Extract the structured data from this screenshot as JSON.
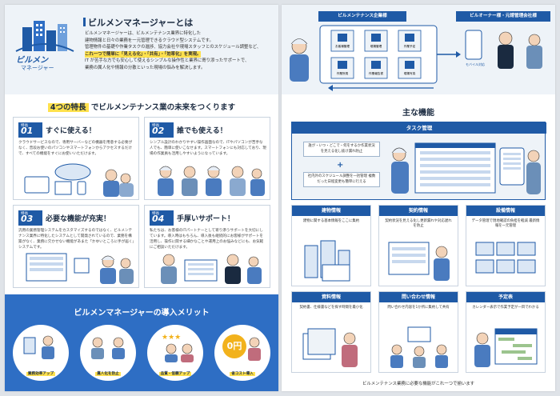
{
  "left": {
    "intro": {
      "logo_main": "ビルメン",
      "logo_sub": "マネージャー",
      "title": "ビルメンマネージャーとは",
      "lines": [
        "ビルメンマネージャーは、ビルメンテナンス業界に特化した",
        "建物情報と日々の業務を一元管理できるクラウド型システムです。",
        "管理物件の基礎や作業タスクの進捗、協力会社や現場スタッフとのスケジュール調整など、",
        "IT が苦手な方でも安心して使えるシンプルな操作性と業界に寄り添ったサポートで、",
        "業務の属人化や情報の分散といった現場の悩みを解決します。"
      ],
      "highlight": "これ一つで簡単に「見える化」・「共有」・「効率化」を実現。"
    },
    "features_heading_tag": "4つの特長",
    "features_heading_rest": "でビルメンテナンス業の未来をつくります",
    "features": [
      {
        "label": "特長",
        "num": "01",
        "title": "すぐに使える！",
        "desc": "クラウドサービスなので、専用サーバーなどの機器を用意する必要がなく、普段お使いのパソコンやスマートフォンからアクセスするだけで、すべての機能をすぐにお使いいただけます。"
      },
      {
        "label": "特長",
        "num": "02",
        "title": "誰でも使える！",
        "desc": "シンプル設計のわかりやすい操作画面なので、ITやパソコンが苦手な人でも、簡単に使いこなせます。スマートフォンにも対応しており、現場の作業員も活用しやすいようになっています。"
      },
      {
        "label": "特長",
        "num": "03",
        "title": "必要な機能が充実！",
        "desc": "汎用の業務管理システムをカスタマイズするのではなく、ビルメンテナンス業界に特化したシステムとして開発されているので、業務を構築がなく、業務に欠かせない機能があまた「かゆいところに手が届く」システムです。"
      },
      {
        "label": "特長",
        "num": "04",
        "title": "手厚いサポート！",
        "desc": "私たちは、お客様のITパートナーとして寄り添うサポートを大切にしています。導入時はもちろん、導入後も継続的にお客様がサポートを活用し、操作に関する細かなことや運用上のお悩みなどにも、お気軽にご相談いただけます。"
      }
    ],
    "merits_title": "ビルメンマネージャーの導入メリット",
    "merits": [
      "業務効率アップ",
      "属人化を防止",
      "品質・信頼アップ",
      "省コスト導入"
    ],
    "merit_coin": "0円"
  },
  "right": {
    "top": {
      "tag_left": "ビルメンテナンス企業様",
      "tag_right": "ビルオーナー様・元請管理会社様",
      "icons": [
        "お客様管理",
        "現場管理",
        "作業予定",
        "作業所員",
        "作業報告書",
        "現場写真"
      ],
      "mobile": "モバイル対応"
    },
    "main_title": "主な機能",
    "task": {
      "title": "タスク管理",
      "bubble1": "誰が・いつ・どこで・何をするか作業状況を見える化し抜け漏れ防止",
      "bubble2": "社内外のスケジュール調整を一括管理 複数だった日程変更も簡単に行える"
    },
    "modules": [
      {
        "title": "建物情報",
        "desc": "建物に関する基本情報をここに集約"
      },
      {
        "title": "契約情報",
        "desc": "契約状況を見える化し更新漏れや対応遅れを防止"
      },
      {
        "title": "設備情報",
        "desc": "データ管理で現地確認の負担を軽減 最新情報を一元管理"
      },
      {
        "title": "資料情報",
        "desc": "契約書、仕様書などを探す時間を最小化"
      },
      {
        "title": "問い合わせ情報",
        "desc": "問い合わせ内容を1か所に集約して共有"
      },
      {
        "title": "予定表",
        "desc": "カレンダー表示で作業予定が一目でわかる"
      }
    ],
    "footer": "ビルメンテナンス業務に必要な機能がこれ一つで揃います"
  }
}
